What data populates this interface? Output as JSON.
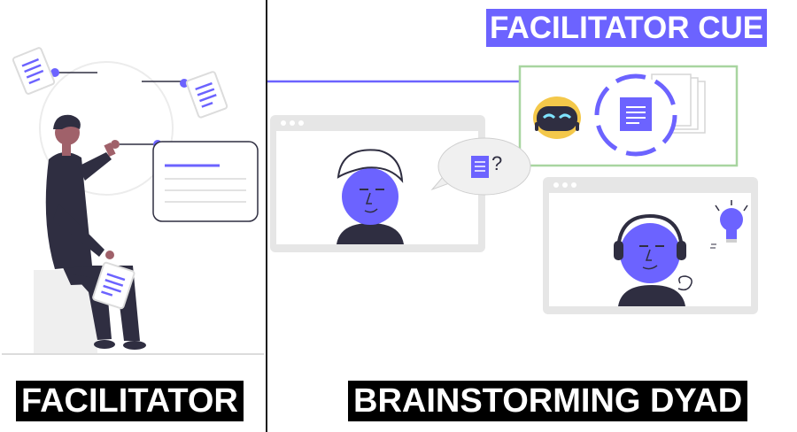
{
  "panels": {
    "facilitator": {
      "label": "FACILITATOR"
    },
    "dyad": {
      "label": "BRAINSTORMING DYAD"
    },
    "cue": {
      "label": "FACILITATOR CUE"
    }
  },
  "speech_bubble": {
    "symbol": "?"
  },
  "colors": {
    "accent": "#6c63ff",
    "cue_border": "#a8d5a0",
    "dark": "#2f2e41",
    "skin": "#a0616a",
    "window_gray": "#e6e6e6",
    "robot_yellow": "#f4c84a"
  },
  "icons": [
    "document-icon",
    "robot-icon",
    "lightbulb-icon",
    "headphones-icon",
    "question-mark-icon"
  ]
}
